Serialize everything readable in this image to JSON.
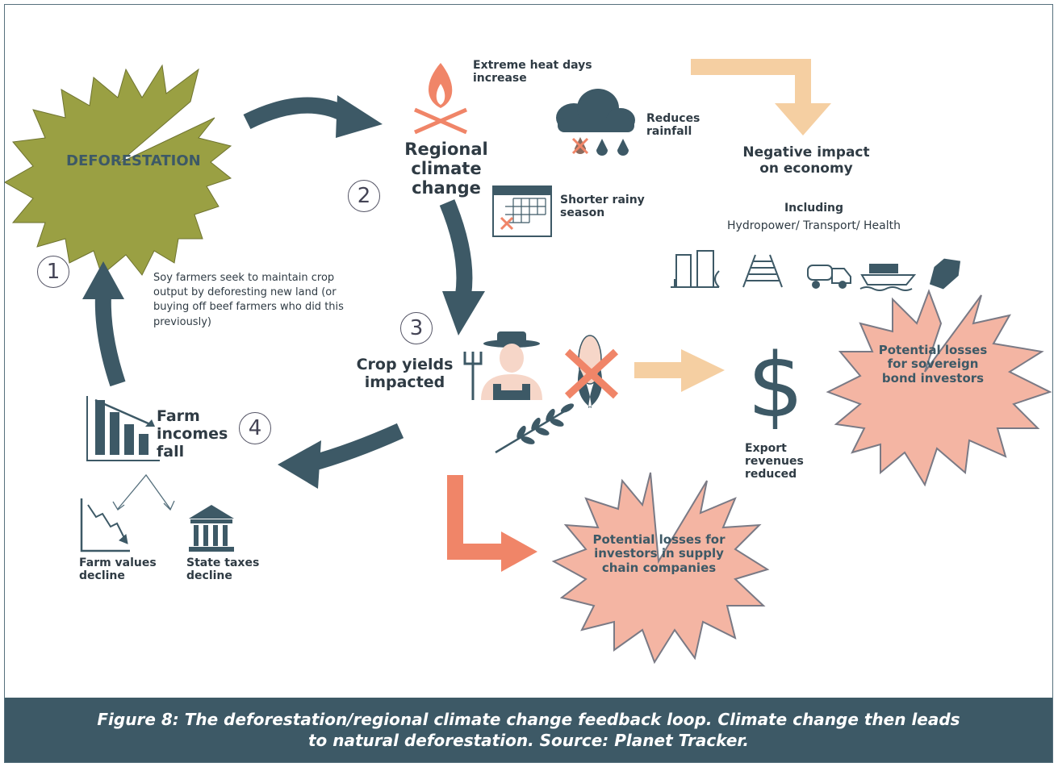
{
  "nodes": {
    "deforestation": "DEFORESTATION",
    "regional_climate_change": "Regional climate change",
    "extreme_heat": "Extreme heat days increase",
    "reduces_rainfall": "Reduces rainfall",
    "shorter_rainy_season": "Shorter rainy season",
    "negative_impact": "Negative impact on economy",
    "including_title": "Including",
    "including_sectors": "Hydropower/ Transport/ Health",
    "soy_farmers": "Soy farmers seek to maintain crop output by deforesting new land (or buying off beef farmers who did this previously)",
    "crop_yields": "Crop yields impacted",
    "farm_incomes": "Farm incomes fall",
    "farm_values": "Farm values decline",
    "state_taxes": "State taxes decline",
    "export_revenues": "Export revenues reduced",
    "sovereign_losses": "Potential losses for sovereign bond investors",
    "supply_chain_losses": "Potential losses for investors in supply chain companies"
  },
  "steps": {
    "s1": "1",
    "s2": "2",
    "s3": "3",
    "s4": "4"
  },
  "icons": {
    "fire": "fire-icon",
    "cloud": "rain-cloud-icon",
    "calendar": "calendar-icon",
    "dam": "dam-icon",
    "railway": "railway-icon",
    "truck": "truck-icon",
    "ship": "ship-icon",
    "coffin": "coffin-icon",
    "farmer": "farmer-icon",
    "corn": "corn-icon",
    "wheat": "wheat-icon",
    "dollar": "dollar-icon",
    "bar_chart": "bar-chart-down-icon",
    "line_chart": "line-chart-down-icon",
    "bank": "bank-icon"
  },
  "colors": {
    "dark_slate": "#3d5966",
    "olive": "#9aa043",
    "salmon": "#f4b5a3",
    "coral": "#f08568",
    "peach": "#f5cfa2"
  },
  "caption": "Figure 8: The deforestation/regional climate change feedback loop. Climate change then leads to natural deforestation. Source: Planet Tracker."
}
